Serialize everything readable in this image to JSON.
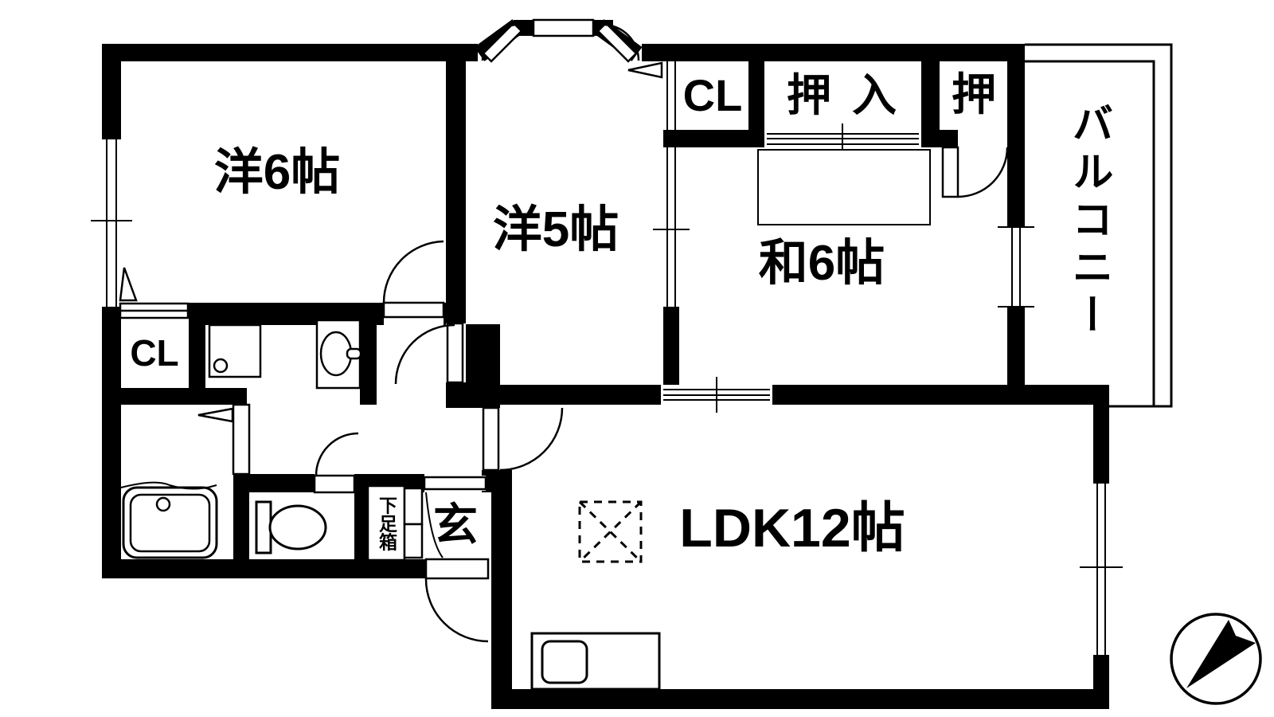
{
  "title": "2LDK apartment floor plan",
  "labels": {
    "room_west6": "洋6帖",
    "room_west5": "洋5帖",
    "room_japanese6": "和6帖",
    "room_ldk": "LDK12帖",
    "balcony": "バルコニー",
    "closet_top": "CL",
    "oshiire": "押入",
    "oshi": "押",
    "closet_left": "CL",
    "genkan": "玄",
    "shoe_box": "下足箱"
  },
  "compass": {
    "arrow_points": "upper-right"
  },
  "colors": {
    "wall": "#000000",
    "floor": "#ffffff",
    "line": "#000000"
  }
}
